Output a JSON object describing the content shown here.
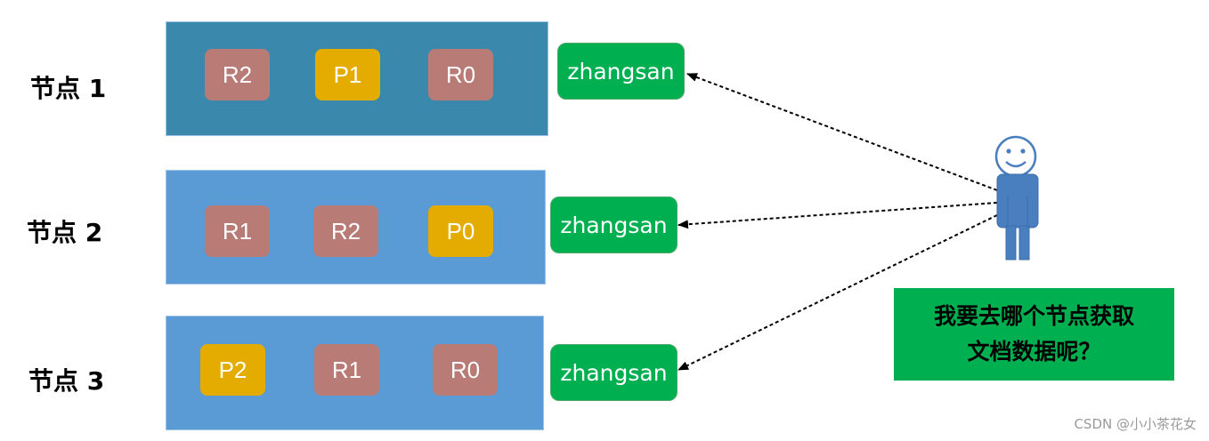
{
  "colors": {
    "node1_bg": "#3a89ac",
    "node_bg": "#5b9bd5",
    "replica": "#b87b76",
    "primary": "#e5ac00",
    "doc": "#00b050",
    "person": "#4a7fbf"
  },
  "nodes": [
    {
      "label": "节点 1",
      "shards": [
        {
          "name": "R2",
          "kind": "replica"
        },
        {
          "name": "P1",
          "kind": "primary"
        },
        {
          "name": "R0",
          "kind": "replica"
        }
      ],
      "doc": "zhangsan"
    },
    {
      "label": "节点 2",
      "shards": [
        {
          "name": "R1",
          "kind": "replica"
        },
        {
          "name": "R2",
          "kind": "replica"
        },
        {
          "name": "P0",
          "kind": "primary"
        }
      ],
      "doc": "zhangsan"
    },
    {
      "label": "节点 3",
      "shards": [
        {
          "name": "P2",
          "kind": "primary"
        },
        {
          "name": "R1",
          "kind": "replica"
        },
        {
          "name": "R0",
          "kind": "replica"
        }
      ],
      "doc": "zhangsan"
    }
  ],
  "question": {
    "line1": "我要去哪个节点获取",
    "line2": "文档数据呢？"
  },
  "watermark": "CSDN @小小茶花女",
  "icons": {
    "person": "smiley-person-icon"
  }
}
